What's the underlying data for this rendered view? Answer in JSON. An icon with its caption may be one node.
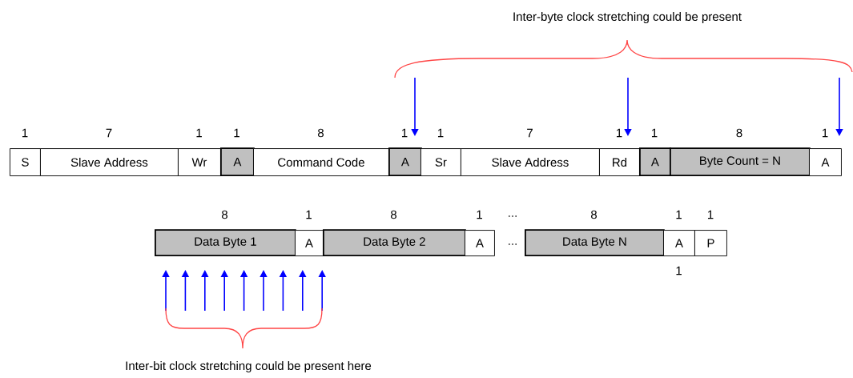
{
  "diagram": {
    "nodes": [
      {
        "text": [
          "S"
        ],
        "beside": [
          "1"
        ]
      },
      {
        "text": [
          "Slave Address"
        ],
        "beside": [
          "7"
        ]
      },
      {
        "text": [
          "Wr"
        ],
        "beside": [
          "1"
        ]
      },
      {
        "text": [
          "A"
        ],
        "beside": [
          "1"
        ]
      },
      {
        "text": [
          "Command Code"
        ],
        "beside": [
          "8"
        ]
      },
      {
        "text": [
          "A"
        ],
        "beside": [
          "1"
        ]
      },
      {
        "text": [
          "Sr"
        ],
        "beside": [
          "1"
        ]
      },
      {
        "text": [
          "Slave Address"
        ],
        "beside": [
          "7"
        ]
      },
      {
        "text": [
          "Rd"
        ],
        "beside": [
          "1"
        ]
      },
      {
        "text": [
          "A"
        ],
        "beside": [
          "1"
        ]
      },
      {
        "text": [
          "Byte Count = N"
        ],
        "beside": [
          "8"
        ]
      },
      {
        "text": [
          "A"
        ],
        "beside": [
          "1"
        ]
      },
      {
        "text": [
          "Data Byte 1"
        ],
        "beside": [
          "8"
        ]
      },
      {
        "text": [
          "A"
        ],
        "beside": [
          "1"
        ]
      },
      {
        "text": [
          "Data Byte 2"
        ],
        "beside": [
          "8"
        ]
      },
      {
        "text": [
          "A"
        ],
        "beside": [
          "1"
        ]
      },
      {
        "text": [
          "Data Byte N"
        ],
        "beside": [
          "8"
        ]
      },
      {
        "text": [
          "A"
        ],
        "beside": [
          "1",
          "1"
        ]
      },
      {
        "text": [
          "P"
        ],
        "beside": [
          "1"
        ]
      }
    ],
    "labels": [
      "Inter-byte clock stretching could be present",
      "...",
      "...",
      "Inter-bit clock stretching could be present here"
    ]
  }
}
